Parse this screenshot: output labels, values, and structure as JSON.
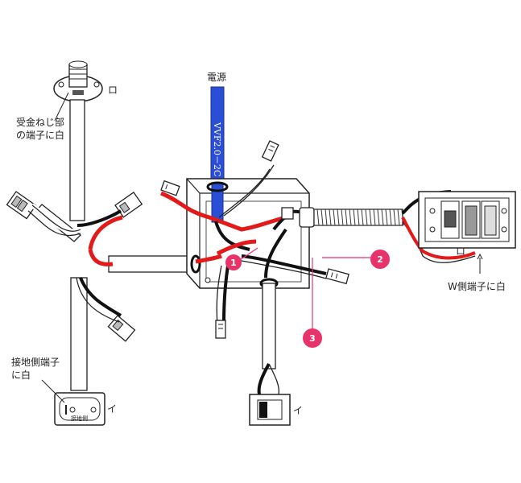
{
  "labels": {
    "power": "電源",
    "cable_type": "VVF2.0－2C",
    "lamp_terminal_note_line1": "受金ねじ部",
    "lamp_terminal_note_line2": "の端子に白",
    "lamp_ro": "ロ",
    "switch_ro": "ロ",
    "w_terminal_note": "W側端子に白",
    "ground_note_line1": "接地側端子",
    "ground_note_line2": "に白",
    "receptacle_i": "イ",
    "receptacle_face": "接地側",
    "switch_i": "イ"
  },
  "markers": [
    "1",
    "2",
    "3"
  ],
  "colors": {
    "red_wire": "#e21a1a",
    "black_wire": "#111111",
    "power_cable": "#2a4fd6",
    "marker": "#e8326a"
  }
}
